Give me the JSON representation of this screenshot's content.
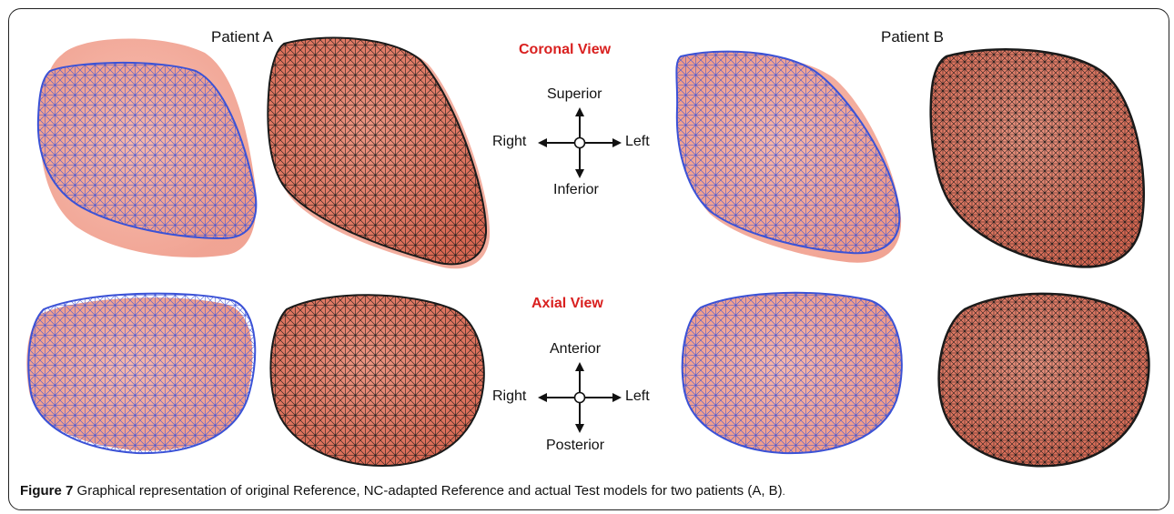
{
  "figure": {
    "patients": {
      "a": "Patient A",
      "b": "Patient B"
    },
    "views": {
      "coronal": "Coronal View",
      "axial": "Axial View"
    },
    "coronal_axes": {
      "up": "Superior",
      "down": "Inferior",
      "left": "Right",
      "right": "Left"
    },
    "axial_axes": {
      "up": "Anterior",
      "down": "Posterior",
      "left": "Right",
      "right": "Left"
    },
    "caption": {
      "label": "Figure 7",
      "text": "Graphical representation of original Reference, NC-adapted Reference and actual Test models for two patients (A, B)",
      "end": "."
    },
    "colors": {
      "reference_fill": "#f4a898",
      "test_fill": "#e37c68",
      "nc_mesh": "#3b52d6",
      "test_mesh": "#1a1a1a",
      "view_label": "#d9201f"
    }
  }
}
